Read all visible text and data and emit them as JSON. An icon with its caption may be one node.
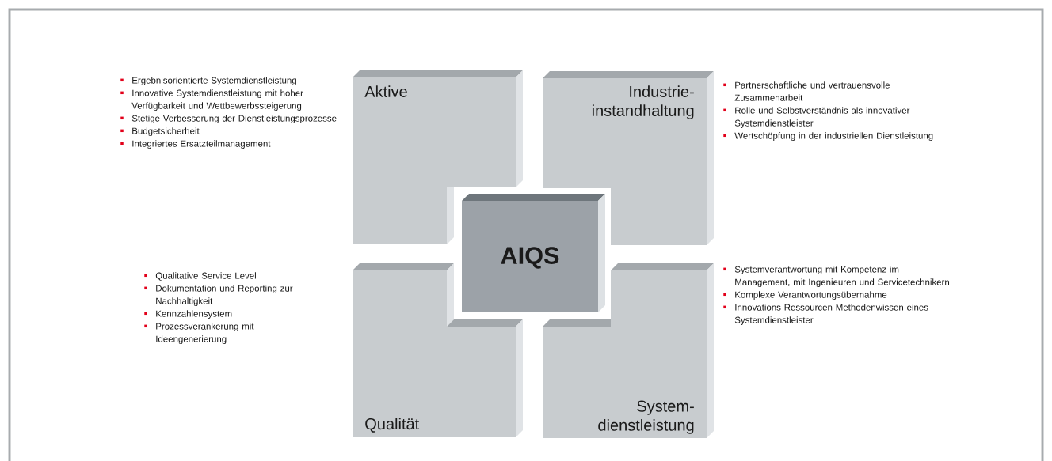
{
  "diagram": {
    "nodes": [
      {
        "text": [
          "Aktive"
        ],
        "beside": [
          "Ergebnisorientierte Systemdienstleistung",
          "Innovative Systemdienstleistung mit hoher Verfügbarkeit und Wettbewerbssteigerung",
          "Stetige Verbesserung der Dienstleistungsprozesse",
          "Budgetsicherheit",
          "Integriertes Ersatzteilmanagement"
        ]
      },
      {
        "text": [
          "Industrie- instandhaltung"
        ],
        "beside": [
          "Partnerschaftliche und vertrauensvolle Zusammenarbeit",
          "Rolle und Selbstverständnis als innovativer Systemdienstleister",
          "Wertschöpfung in der industriellen Dienstleistung"
        ]
      },
      {
        "text": [
          "AIQS"
        ]
      },
      {
        "text": [
          "Qualität"
        ],
        "beside": [
          "Qualitative Service Level",
          "Dokumentation und Reporting zur Nachhaltigkeit",
          "Kennzahlensystem",
          "Prozessverankerung mit Ideengenerierung"
        ]
      },
      {
        "text": [
          "System- dienstleistung"
        ],
        "beside": [
          "Systemverantwortung mit Kompetenz im Management, mit Ingenieuren und Servicetechnikern",
          "Komplexe Verantwortungsübernahme",
          "Innovations-Ressourcen Methodenwissen eines Systemdienstleister"
        ]
      }
    ]
  }
}
